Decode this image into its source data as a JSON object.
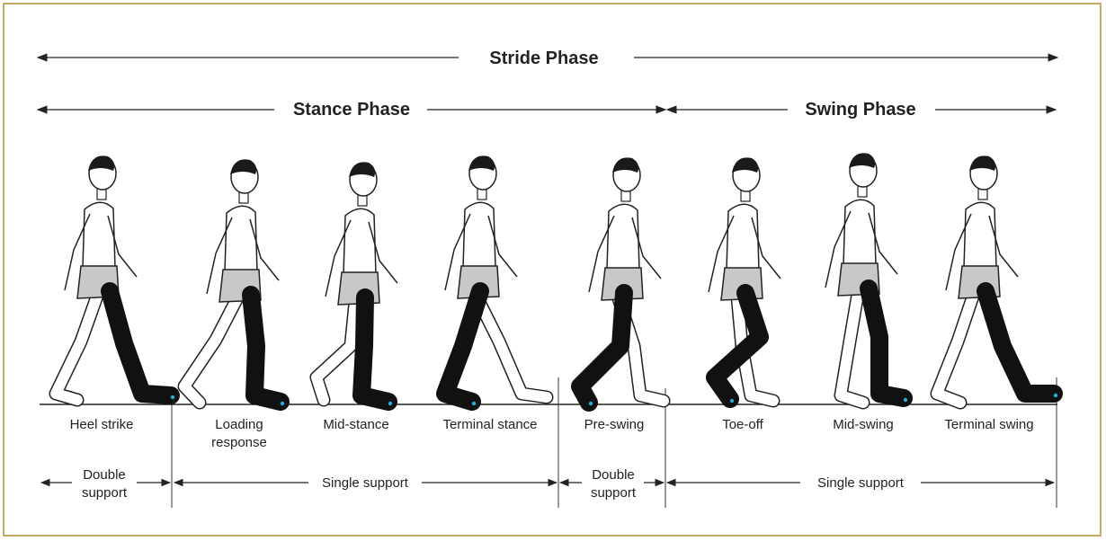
{
  "phases": {
    "stride": "Stride Phase",
    "stance": "Stance Phase",
    "swing": "Swing Phase"
  },
  "stages": [
    {
      "line1": "Heel strike",
      "line2": ""
    },
    {
      "line1": "Loading",
      "line2": "response"
    },
    {
      "line1": "Mid-stance",
      "line2": ""
    },
    {
      "line1": "Terminal stance",
      "line2": ""
    },
    {
      "line1": "Pre-swing",
      "line2": ""
    },
    {
      "line1": "Toe-off",
      "line2": ""
    },
    {
      "line1": "Mid-swing",
      "line2": ""
    },
    {
      "line1": "Terminal swing",
      "line2": ""
    }
  ],
  "support": [
    {
      "line1": "Double",
      "line2": "support"
    },
    {
      "line1": "Single support",
      "line2": ""
    },
    {
      "line1": "Double",
      "line2": "support"
    },
    {
      "line1": "Single support",
      "line2": ""
    }
  ],
  "colors": {
    "frame": "#c9a86a",
    "skin": "#ffffff",
    "shorts": "#c8c8c8",
    "leg": "#111111",
    "accent": "#2aa9d8"
  }
}
